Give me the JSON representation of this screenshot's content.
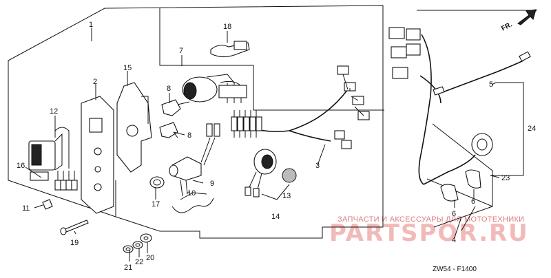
{
  "callouts": {
    "c1": "1",
    "c2": "2",
    "c3": "3",
    "c4": "4",
    "c5": "5",
    "c6a": "6",
    "c6b": "6",
    "c7": "7",
    "c8a": "8",
    "c8b": "8",
    "c9": "9",
    "c10": "10",
    "c11": "11",
    "c12": "12",
    "c13": "13",
    "c14": "14",
    "c15": "15",
    "c16": "16",
    "c17": "17",
    "c18": "18",
    "c19": "19",
    "c20": "20",
    "c21": "21",
    "c22": "22",
    "c23": "23",
    "c24": "24"
  },
  "direction_label": "FR.",
  "diagram_code": "ZW54 - F1400",
  "watermark": {
    "tagline": "ЗАПЧАСТИ И АКСЕССУАРЫ ДЛЯ МОТОТЕХНИКИ",
    "brand": "PARTSPOR.RU"
  },
  "colors": {
    "line": "#111111",
    "watermark_text": "#e07a7a",
    "watermark_brand": "#f2b9b9"
  }
}
